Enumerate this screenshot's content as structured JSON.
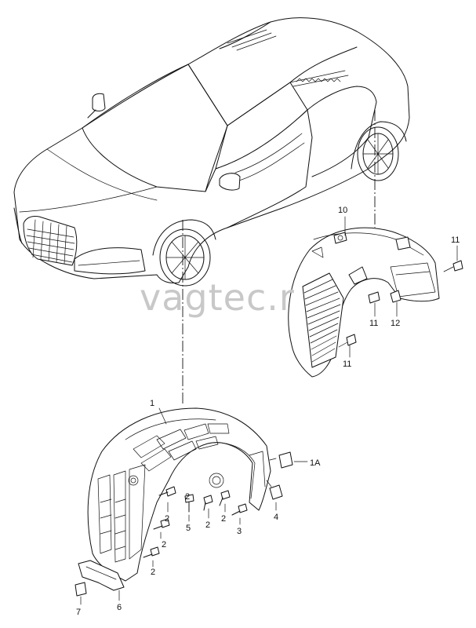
{
  "watermark": "vagtec.r",
  "callouts": {
    "c1": "1",
    "c1A": "1A",
    "c2a": "2",
    "c2b": "2",
    "c2c": "2",
    "c2d": "2",
    "c2e": "2",
    "c2f": "2",
    "c3": "3",
    "c4": "4",
    "c5": "5",
    "c6": "6",
    "c7": "7",
    "c10": "10",
    "c11a": "11",
    "c11b": "11",
    "c11c": "11",
    "c12": "12"
  }
}
